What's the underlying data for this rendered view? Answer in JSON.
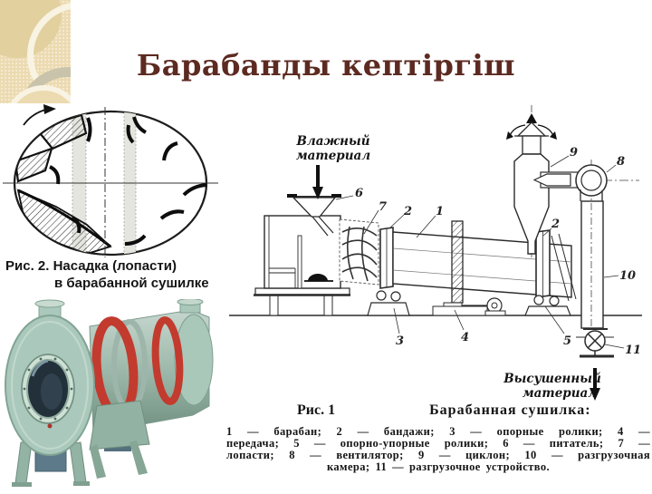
{
  "slide": {
    "title": "Барабанды кептіргіш"
  },
  "fig2": {
    "caption_line1": "Рис. 2.  Насадка (лопасти)",
    "caption_line2": "в барабанной сушилке"
  },
  "fig1": {
    "label_wet_line1": "Влажный",
    "label_wet_line2": "материал",
    "label_dry_line1": "Высушенный",
    "label_dry_line2": "материал",
    "fig_label": "Рис. 1",
    "fig_title": "Барабанная сушилка:",
    "parts_lines": [
      "1 — барабан; 2 — бандажи; 3 — опорные ролики; 4 —",
      "передача; 5 — опорно-упорные ролики; 6 — питатель; 7 —",
      "лопасти; 8 — вентилятор; 9 — циклон; 10 — разгрузочная",
      "камера; 11 — разгрузочное устройство."
    ],
    "callouts": [
      "1",
      "2",
      "3",
      "4",
      "5",
      "6",
      "7",
      "8",
      "9",
      "10",
      "11"
    ]
  },
  "colors": {
    "title_maroon": "#5c2a21",
    "drawing_ink": "#2b2b2b",
    "photo_teal": "#aac9bc",
    "photo_ring_red": "#c23b2e",
    "texture_cream": "#ecdab0"
  }
}
